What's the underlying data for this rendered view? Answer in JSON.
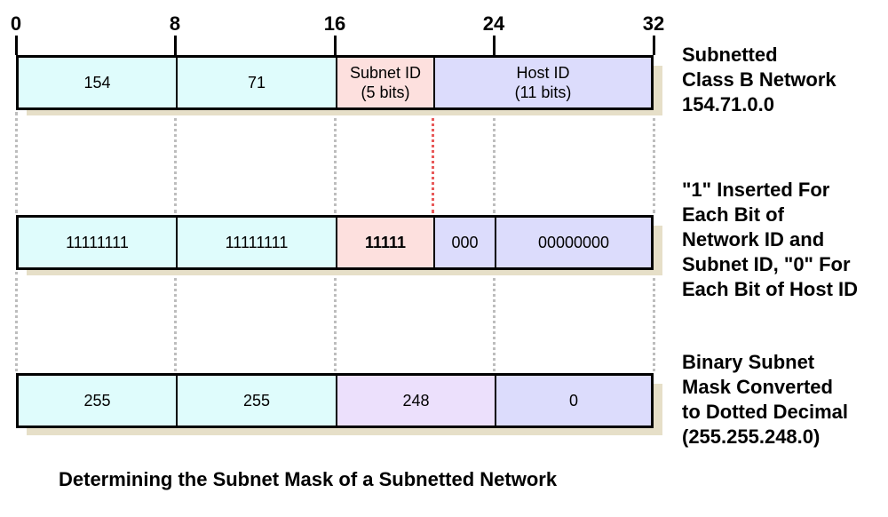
{
  "bit_scale": [
    "0",
    "8",
    "16",
    "24",
    "32"
  ],
  "row1": {
    "octet1": "154",
    "octet2": "71",
    "subnet_title": "Subnet ID",
    "subnet_bits": "(5 bits)",
    "host_title": "Host ID",
    "host_bits": "(11 bits)",
    "label_lines": [
      "Subnetted",
      "Class B Network",
      "154.71.0.0"
    ]
  },
  "row2": {
    "octet1": "11111111",
    "octet2": "11111111",
    "subnet_ones": "11111",
    "subnet_zeros": "000",
    "octet4": "00000000",
    "label_lines": [
      "\"1\" Inserted For",
      "Each Bit of",
      "Network ID and",
      "Subnet ID, \"0\" For",
      "Each Bit of Host ID"
    ]
  },
  "row3": {
    "octet1": "255",
    "octet2": "255",
    "octet3": "248",
    "octet4": "0",
    "label_lines": [
      "Binary Subnet",
      "Mask Converted",
      "to Dotted Decimal",
      "(255.255.248.0)"
    ]
  },
  "caption": "Determining the Subnet Mask of a Subnetted Network",
  "colors": {
    "network": "#dffcfc",
    "subnet": "#fde0de",
    "host": "#dcdcfc",
    "mixed": "#ece0fc",
    "shadow": "#e6dfc8",
    "subnet_boundary": "#e85a5a"
  }
}
